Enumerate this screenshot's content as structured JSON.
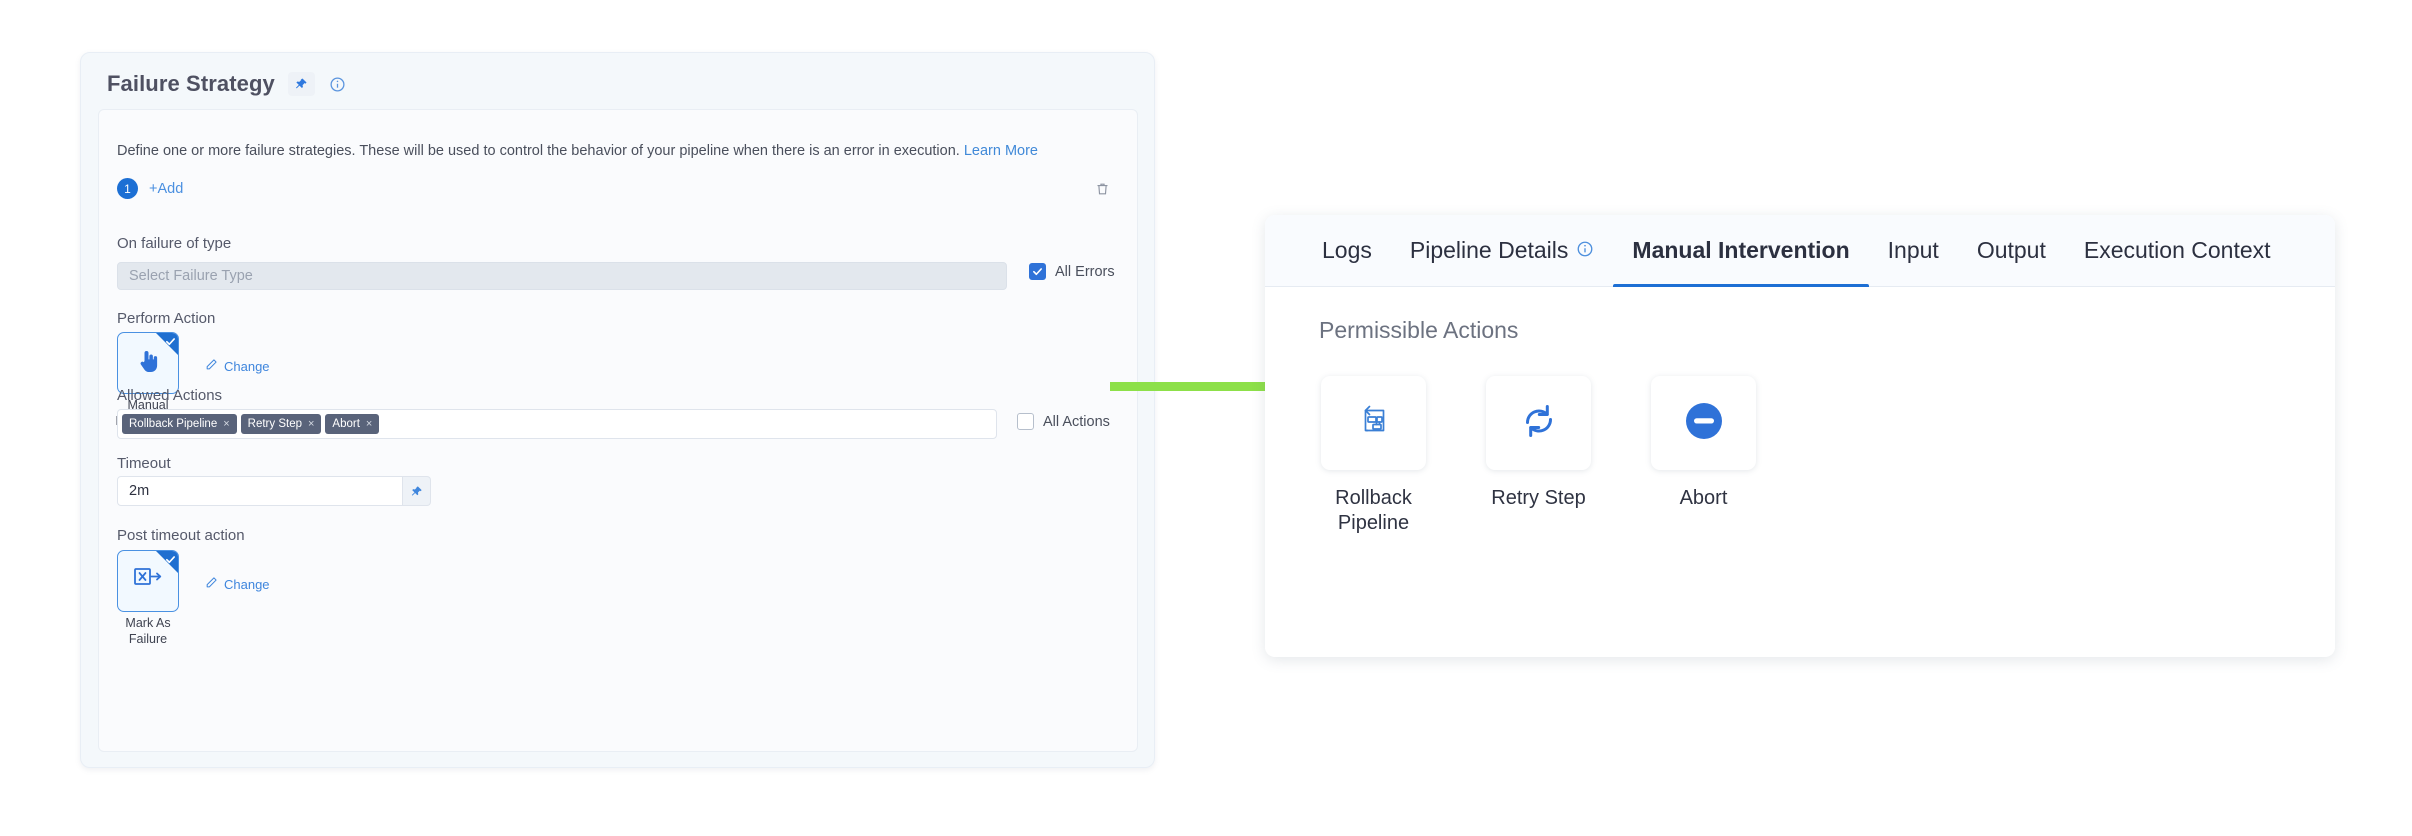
{
  "failure_strategy": {
    "title": "Failure Strategy",
    "pin_icon": "pin-icon",
    "info_icon": "info-icon",
    "description": "Define one or more failure strategies. These will be used to control the behavior of your pipeline when there is an error in execution.",
    "learn_more": "Learn More",
    "strategy_number": "1",
    "add_label": "+Add",
    "delete_icon": "trash-icon",
    "on_failure": {
      "label": "On failure of type",
      "placeholder": "Select Failure Type",
      "value": "",
      "all_errors_label": "All Errors",
      "all_errors_checked": true
    },
    "perform_action": {
      "label": "Perform Action",
      "card_caption": "Manual Intervention",
      "icon": "pointing-hand-icon",
      "selected": true,
      "change_label": "Change",
      "change_icon": "pencil-icon"
    },
    "allowed_actions": {
      "label": "Allowed Actions",
      "tags": [
        "Rollback Pipeline",
        "Retry Step",
        "Abort"
      ],
      "tag_remove_glyph": "×",
      "all_actions_label": "All Actions",
      "all_actions_checked": false
    },
    "timeout": {
      "label": "Timeout",
      "value": "2m",
      "pin_icon": "pin-icon"
    },
    "post_timeout_action": {
      "label": "Post timeout action",
      "card_caption": "Mark As Failure",
      "icon": "mark-as-failure-icon",
      "selected": true,
      "change_label": "Change",
      "change_icon": "pencil-icon"
    }
  },
  "arrow": {
    "name": "green-arrow",
    "color": "#8de049",
    "direction": "right"
  },
  "right_panel": {
    "tabs": [
      {
        "label": "Logs",
        "active": false,
        "info_icon": false
      },
      {
        "label": "Pipeline Details",
        "active": false,
        "info_icon": true
      },
      {
        "label": "Manual Intervention",
        "active": true,
        "info_icon": false
      },
      {
        "label": "Input",
        "active": false,
        "info_icon": false
      },
      {
        "label": "Output",
        "active": false,
        "info_icon": false
      },
      {
        "label": "Execution Context",
        "active": false,
        "info_icon": false
      }
    ],
    "heading": "Permissible Actions",
    "permissible_actions": [
      {
        "label": "Rollback Pipeline",
        "icon": "rollback-pipeline-icon"
      },
      {
        "label": "Retry Step",
        "icon": "retry-step-icon"
      },
      {
        "label": "Abort",
        "icon": "abort-icon"
      }
    ]
  },
  "colors": {
    "accent_blue": "#2f72d8",
    "tab_underline": "#1d6fd4",
    "tag_bg": "#59637a",
    "arrow_green": "#8de049",
    "panel_bg": "#f4f8fb"
  }
}
